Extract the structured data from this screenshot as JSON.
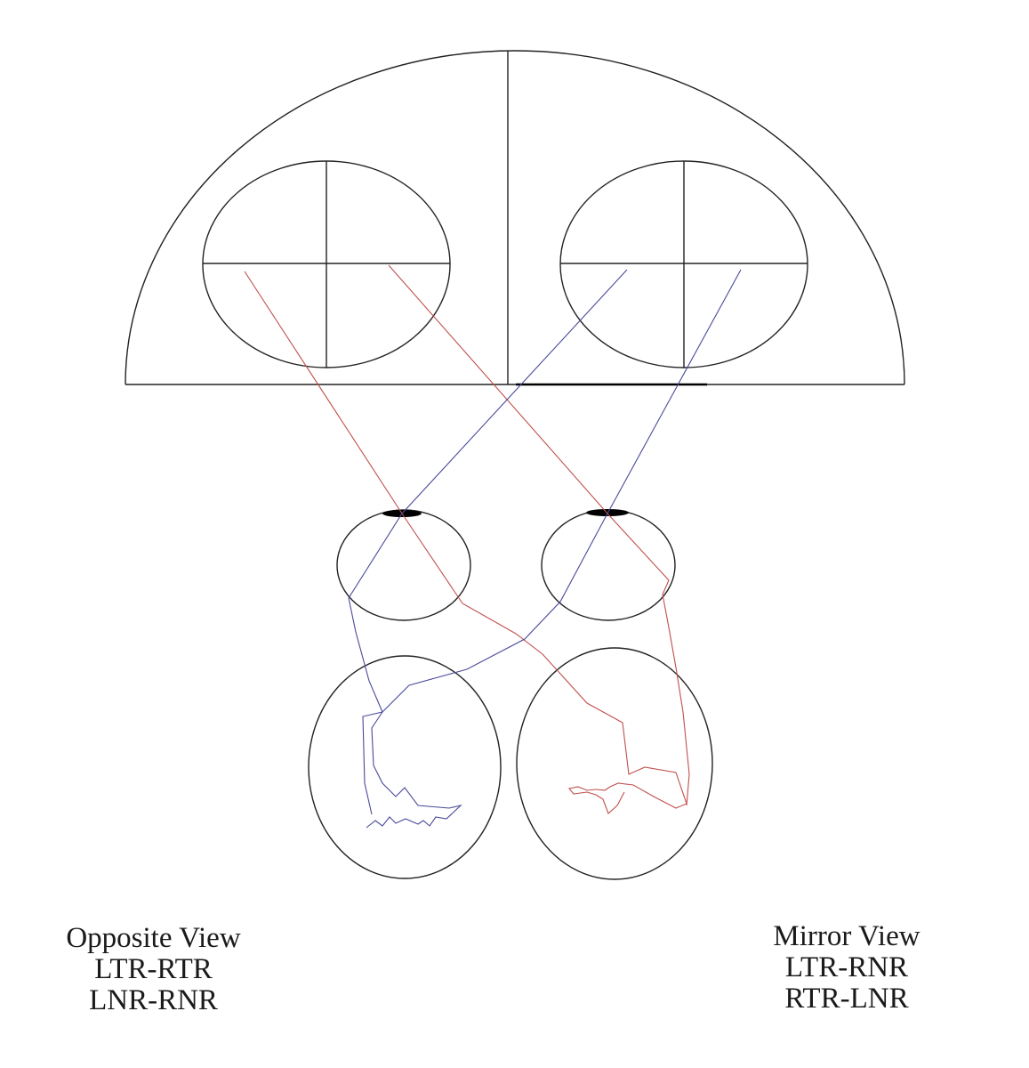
{
  "colors": {
    "outline": "#222222",
    "red_path": "#c0504d",
    "blue_path": "#4a4a9a",
    "lens": "#000000"
  },
  "left_labels": {
    "title": "Opposite View",
    "line1": "LTR-RTR",
    "line2": "LNR-RNR"
  },
  "right_labels": {
    "title": "Mirror View",
    "line1": "LTR-RNR",
    "line2": "RTR-LNR"
  }
}
